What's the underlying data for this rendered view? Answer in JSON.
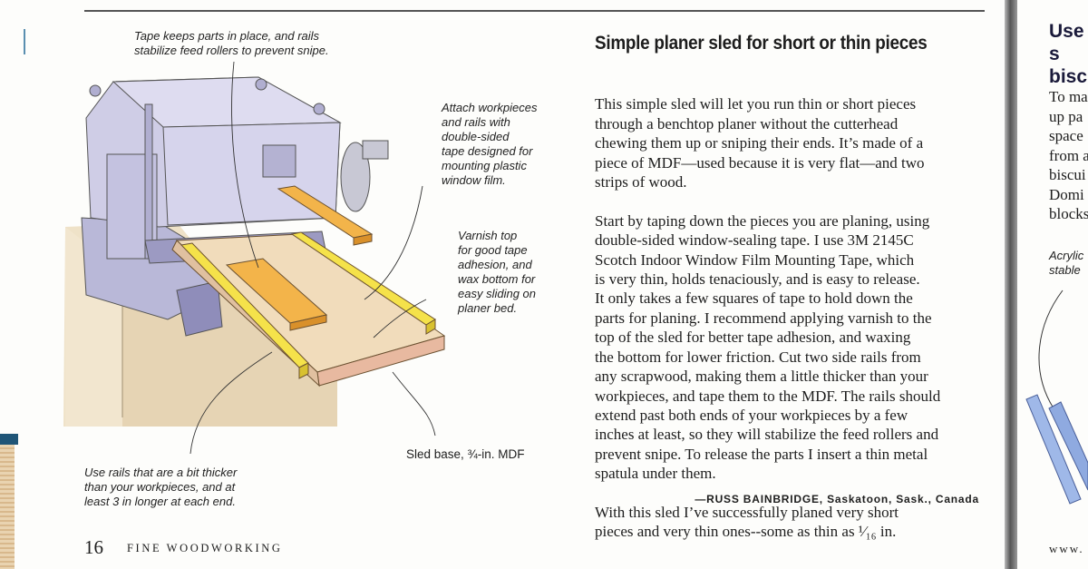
{
  "article": {
    "title": "Simple planer sled for short or thin pieces",
    "paragraphs": [
      "This simple sled will let you run thin or short pieces\nthrough a benchtop planer without the cutterhead\nchewing them up or sniping their ends. It’s made of a\npiece of MDF—used because it is very flat—and two\nstrips of wood.",
      "   Start by taping down the pieces you are planing, using\ndouble-sided window-sealing tape. I use 3M 2145C\nScotch Indoor Window Film Mounting Tape, which\nis very thin, holds tenaciously, and is easy to release.\nIt only takes a few squares of tape to hold down the\nparts for planing. I recommend applying varnish to the\ntop of the sled for better tape adhesion, and waxing\nthe bottom for lower friction. Cut two side rails from\nany scrapwood, making them a little thicker than your\nworkpieces, and tape them to the MDF. The rails should\nextend past both ends of your workpieces by a few\ninches at least, so they will stabilize the feed rollers and\nprevent snipe. To release the parts I insert a thin metal\nspatula under them.",
      "   With this sled I’ve successfully planed very short\npieces and very thin ones--some as thin as ¹⁄₁₆ in."
    ],
    "attribution": "—RUSS BAINBRIDGE, Saskatoon, Sask., Canada"
  },
  "illustration": {
    "captions": {
      "tape": "Tape keeps parts in place, and rails\nstabilize feed rollers to prevent snipe.",
      "attach": "Attach workpieces\nand rails with\ndouble-sided\ntape designed for\nmounting plastic\nwindow film.",
      "varnish": "Varnish top\nfor good tape\nadhesion, and\nwax bottom for\neasy sliding on\nplaner bed.",
      "base": "Sled base, ¾-in. MDF",
      "rails": "Use rails that are a bit thicker\nthan your workpieces, and at\nleast 3 in longer at each end."
    }
  },
  "footer": {
    "page_number": "16",
    "magazine": "FINE WOODWORKING"
  },
  "next_page": {
    "title": "Use s\nbiscu",
    "body": "To ma\nup pa\nspace\nfrom a\nbiscui\nDomi\nblocks",
    "caption": "Acrylic\nstable",
    "url": "www."
  }
}
